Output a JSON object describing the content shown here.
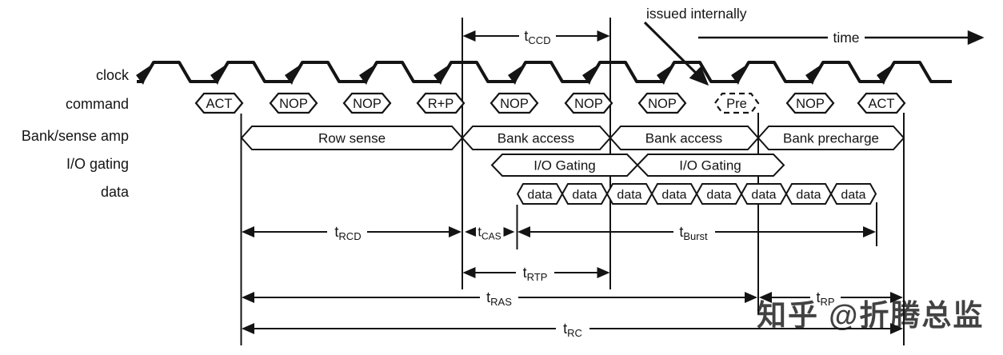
{
  "rows": {
    "clock": "clock",
    "command": "command",
    "bank": "Bank/sense amp",
    "io": "I/O gating",
    "data": "data"
  },
  "commands": [
    "ACT",
    "NOP",
    "NOP",
    "R+P",
    "NOP",
    "NOP",
    "NOP",
    "Pre",
    "NOP",
    "ACT"
  ],
  "bank_states": [
    "Row sense",
    "Bank access",
    "Bank access",
    "Bank precharge"
  ],
  "io_states": [
    "I/O Gating",
    "I/O Gating"
  ],
  "data_cells": [
    "data",
    "data",
    "data",
    "data",
    "data",
    "data",
    "data",
    "data"
  ],
  "timings": {
    "tccd": {
      "base": "t",
      "sub": "CCD"
    },
    "trcd": {
      "base": "t",
      "sub": "RCD"
    },
    "tcas": {
      "base": "t",
      "sub": "CAS"
    },
    "tburst": {
      "base": "t",
      "sub": "Burst"
    },
    "trtp": {
      "base": "t",
      "sub": "RTP"
    },
    "tras": {
      "base": "t",
      "sub": "RAS"
    },
    "trp": {
      "base": "t",
      "sub": "RP"
    },
    "trc": {
      "base": "t",
      "sub": "RC"
    }
  },
  "annotations": {
    "issued_internally": "issued internally",
    "time": "time"
  },
  "watermark": "知乎 @折腾总监",
  "colors": {
    "ink": "#141414",
    "background": "#ffffff",
    "watermark": "#c2c2c2"
  }
}
